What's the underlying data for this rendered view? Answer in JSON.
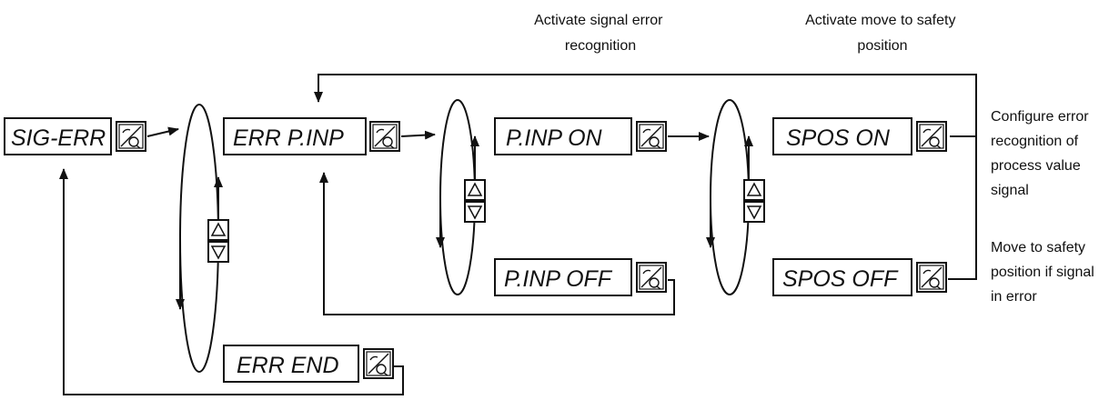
{
  "menu_items": {
    "sig_err": "SIG-ERR",
    "err_pinp": "ERR P.INP",
    "err_end": "ERR END",
    "pinp_on": "P.INP ON",
    "pinp_off": "P.INP OFF",
    "spos_on": "SPOS ON",
    "spos_off": "SPOS OFF"
  },
  "annotations": {
    "activate_signal_error": [
      "Activate signal error",
      "recognition"
    ],
    "activate_move_safety": [
      "Activate move to safety",
      "position"
    ],
    "configure_error": [
      "Configure error",
      "recognition of",
      "process value",
      "signal"
    ],
    "move_to_safety": [
      "Move to safety",
      "position if signal",
      "in error"
    ]
  },
  "icons": {
    "enter_key": "hand-enter-key-icon",
    "up_key": "up-arrow-key-icon",
    "down_key": "down-arrow-key-icon"
  }
}
